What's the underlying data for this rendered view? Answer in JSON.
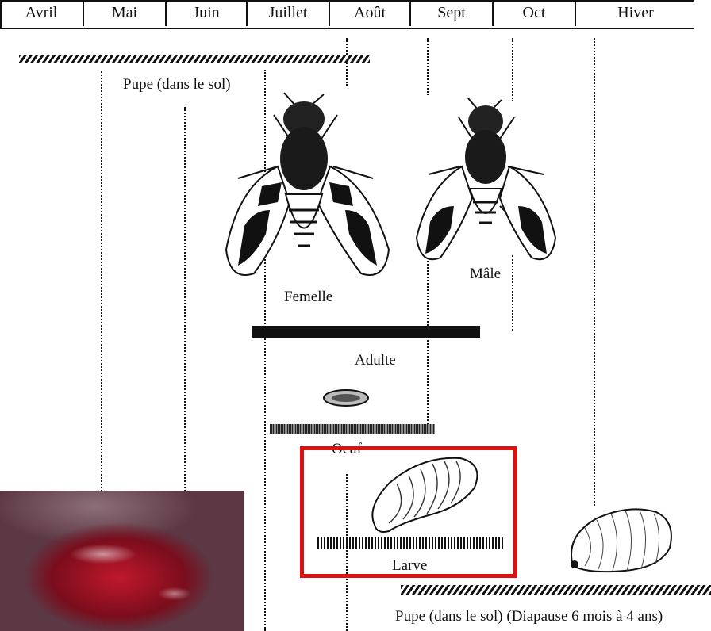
{
  "months": [
    "Avril",
    "Mai",
    "Juin",
    "Juillet",
    "Août",
    "Sept",
    "Oct",
    "Hiver"
  ],
  "labels": {
    "pupe_top": "Pupe (dans le sol)",
    "femelle": "Femelle",
    "male": "Mâle",
    "adulte": "Adulte",
    "oeuf": "Oeuf",
    "larve": "Larve",
    "pupe_bottom": "Pupe (dans le sol)  (Diapause 6 mois à 4 ans)"
  },
  "colors": {
    "highlight": "#e01010",
    "ink": "#111111"
  },
  "icons": [
    "female-fly-illustration",
    "male-fly-illustration",
    "egg-illustration",
    "larva-illustration",
    "pupa-illustration",
    "larva-photo"
  ]
}
